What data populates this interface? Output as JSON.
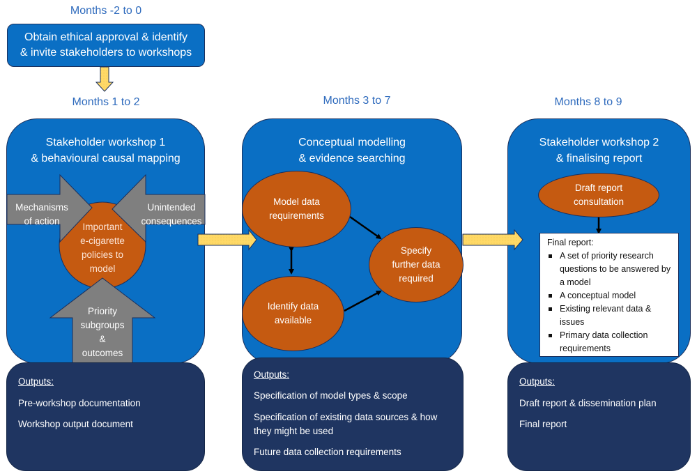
{
  "phases": [
    {
      "months": "Months -2 to 0"
    },
    {
      "months": "Months 1 to 2"
    },
    {
      "months": "Months 3 to 7"
    },
    {
      "months": "Months 8 to 9"
    }
  ],
  "preparation": {
    "line1": "Obtain ethical approval & identify",
    "line2": "& invite stakeholders to workshops"
  },
  "stage1": {
    "title_line1": "Stakeholder workshop 1",
    "title_line2": "& behavioural causal mapping",
    "center": [
      "Important",
      "e-cigarette",
      "policies to",
      "model"
    ],
    "left_arrow": [
      "Mechanisms",
      "of action"
    ],
    "right_arrow": [
      "Unintended",
      "consequences"
    ],
    "bottom_arrow": [
      "Priority",
      "subgroups",
      "&",
      "outcomes"
    ],
    "outputs_header": "Outputs:",
    "outputs": [
      "Pre-workshop documentation",
      "Workshop output document"
    ]
  },
  "stage2": {
    "title_line1": "Conceptual modelling",
    "title_line2": "& evidence searching",
    "node_model": [
      "Model data",
      "requirements"
    ],
    "node_identify": [
      "Identify data",
      "available"
    ],
    "node_specify": [
      "Specify",
      "further data",
      "required"
    ],
    "outputs_header": "Outputs:",
    "outputs": [
      "Specification of model types & scope",
      "Specification of existing data sources & how they might be used",
      "Future data collection requirements"
    ]
  },
  "stage3": {
    "title_line1": "Stakeholder workshop 2",
    "title_line2": "& finalising report",
    "node_draft": [
      "Draft report",
      "consultation"
    ],
    "final_report": {
      "heading": "Final report:",
      "bullets": [
        "A set of priority research questions to be answered by a model",
        "A conceptual model",
        "Existing relevant data & issues",
        "Primary data collection requirements"
      ]
    },
    "outputs_header": "Outputs:",
    "outputs": [
      "Draft report & dissemination plan",
      "Final report"
    ]
  },
  "colors": {
    "stage_blue": "#0a6fc4",
    "outputs_navy": "#1f3561",
    "node_orange": "#c55a11",
    "arrow_gray": "#7f7f7f",
    "flow_yellow": "#ffd966",
    "month_text": "#2f6bbd"
  }
}
